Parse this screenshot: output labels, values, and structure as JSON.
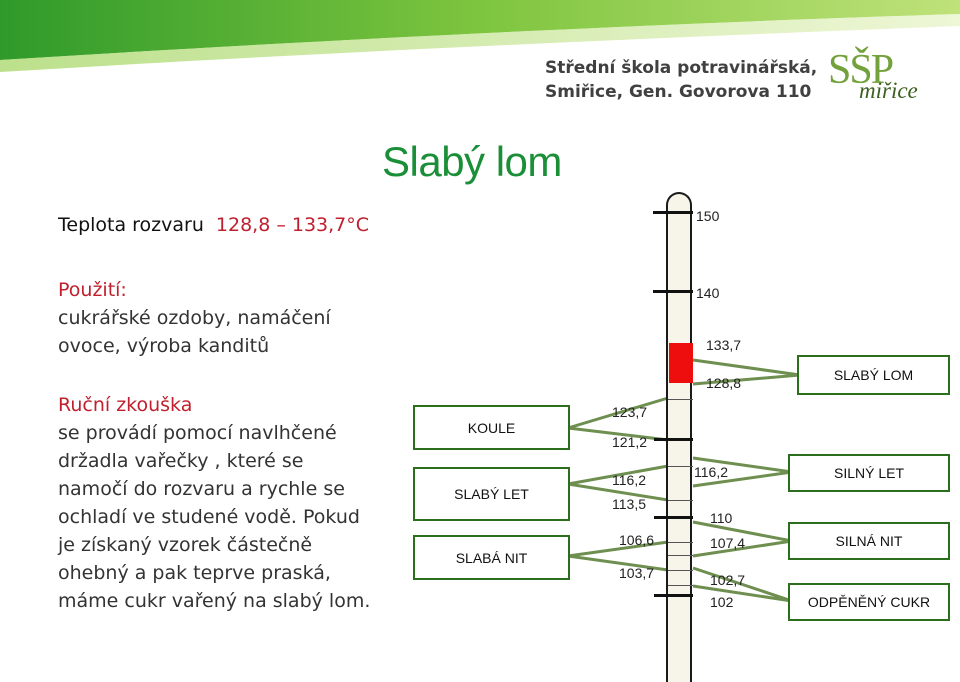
{
  "header": {
    "school_line1": "Střední škola potravinářská,",
    "school_line2": "Smiřice, Gen. Govorova 110",
    "logo_mark": "SŠP",
    "logo_town": "miřice"
  },
  "title": "Slabý lom",
  "temperature": {
    "label": "Teplota rozvaru",
    "value": "128,8 – 133,7°C"
  },
  "usage": {
    "heading": "Použití:",
    "lines": [
      "cukrářské ozdoby, namáčení",
      "ovoce, výroba kanditů"
    ]
  },
  "manual_test": {
    "heading": "Ruční zkouška",
    "lines": [
      "se provádí pomocí navlhčené",
      "držadla vařečky , které se",
      "namočí do rozvaru a rychle se",
      "ochladí  ve studené vodě. Pokud",
      "je získaný vzorek částečně",
      "ohebný a pak teprve praská,",
      "máme cukr vařený na slabý lom."
    ]
  },
  "left_boxes": [
    "KOULE",
    "SLABÝ LET",
    "SLABÁ NIT"
  ],
  "right_boxes": [
    "SLABÝ LOM",
    "SILNÝ LET",
    "SILNÁ NIT",
    "ODPĚNĚNÝ CUKR"
  ],
  "scale": {
    "major": [
      "150",
      "140"
    ],
    "highlight": [
      "133,7",
      "128,8"
    ],
    "left_values": [
      "123,7",
      "121,2",
      "116,2",
      "113,5",
      "106,6",
      "103,7"
    ],
    "right_values": [
      "116,2",
      "110",
      "107,4",
      "102,7",
      "102"
    ]
  },
  "colors": {
    "accent_red": "#c0202e",
    "title_green": "#1b8f38",
    "box_border": "#2a6e1e",
    "highlight_red": "#ee0e0e"
  }
}
